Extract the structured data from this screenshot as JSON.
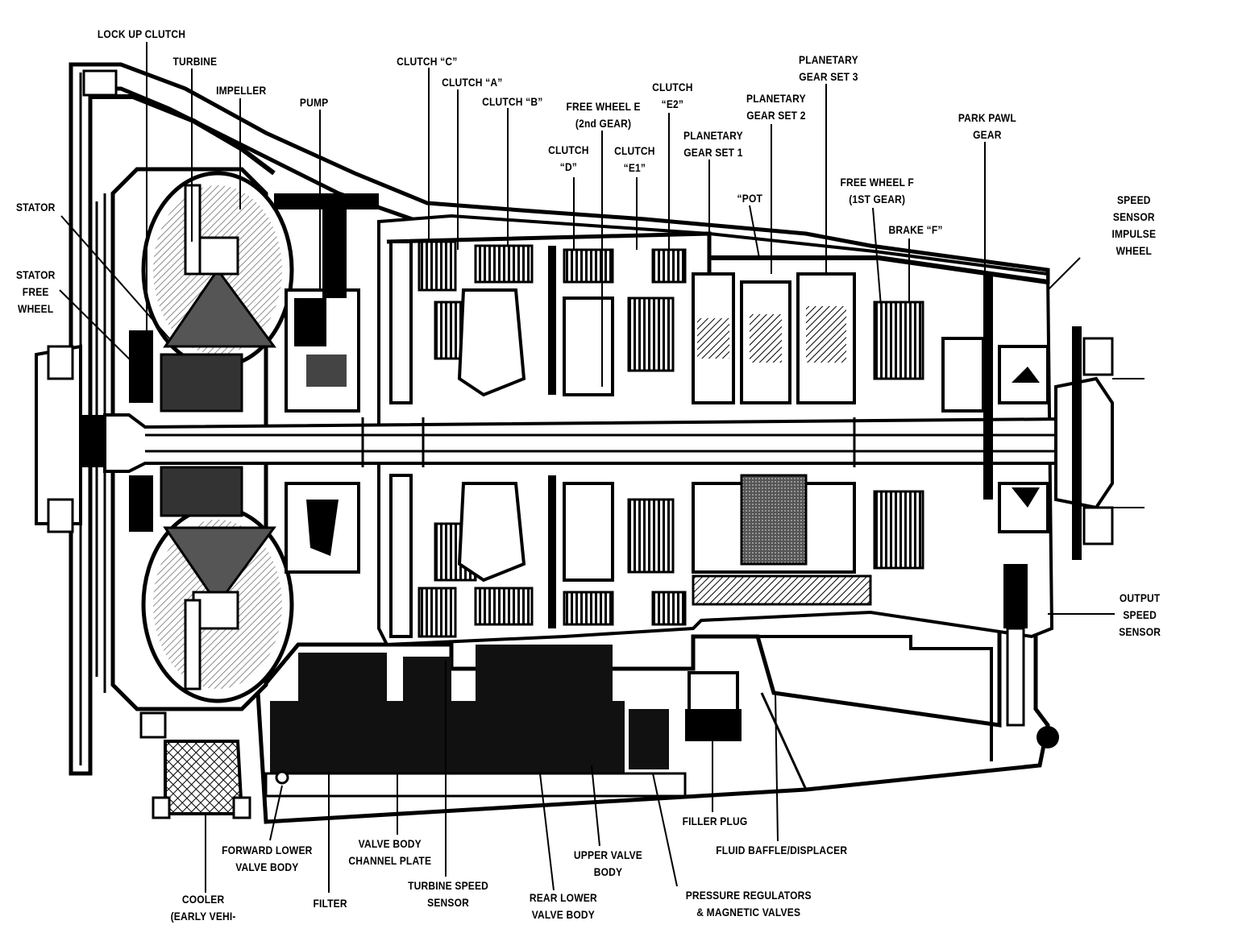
{
  "labels": {
    "lock_up_clutch": "LOCK UP CLUTCH",
    "turbine": "TURBINE",
    "impeller": "IMPELLER",
    "pump": "PUMP",
    "clutch_c": "CLUTCH “C”",
    "clutch_a": "CLUTCH “A”",
    "clutch_b": "CLUTCH “B”",
    "free_wheel_e_1": "FREE WHEEL E",
    "free_wheel_e_2": "(2nd GEAR)",
    "clutch_e2_1": "CLUTCH",
    "clutch_e2_2": "“E2”",
    "clutch_d_1": "CLUTCH",
    "clutch_d_2": "“D”",
    "clutch_e1_1": "CLUTCH",
    "clutch_e1_2": "“E1”",
    "planetary_1_1": "PLANETARY",
    "planetary_1_2": "GEAR SET 1",
    "planetary_2_1": "PLANETARY",
    "planetary_2_2": "GEAR SET 2",
    "planetary_3_1": "PLANETARY",
    "planetary_3_2": "GEAR SET 3",
    "pot": "“POT",
    "free_wheel_f_1": "FREE WHEEL F",
    "free_wheel_f_2": "(1ST GEAR)",
    "brake_f": "BRAKE “F”",
    "park_pawl_1": "PARK PAWL",
    "park_pawl_2": "GEAR",
    "speed_sensor_1": "SPEED",
    "speed_sensor_2": "SENSOR",
    "speed_sensor_3": "IMPULSE",
    "speed_sensor_4": "WHEEL",
    "stator": "STATOR",
    "stator_fw_1": "STATOR",
    "stator_fw_2": "FREE",
    "stator_fw_3": "WHEEL",
    "output_speed_1": "OUTPUT",
    "output_speed_2": "SPEED",
    "output_speed_3": "SENSOR",
    "filler_plug": "FILLER PLUG",
    "fluid_baffle": "FLUID BAFFLE/DISPLACER",
    "pressure_reg_1": "PRESSURE REGULATORS",
    "pressure_reg_2": "& MAGNETIC VALVES",
    "upper_valve_1": "UPPER VALVE",
    "upper_valve_2": "BODY",
    "rear_lower_1": "REAR LOWER",
    "rear_lower_2": "VALVE BODY",
    "turbine_speed_1": "TURBINE SPEED",
    "turbine_speed_2": "SENSOR",
    "valve_body_1": "VALVE BODY",
    "valve_body_2": "CHANNEL PLATE",
    "filter": "FILTER",
    "forward_lower_1": "FORWARD LOWER",
    "forward_lower_2": "VALVE BODY",
    "cooler_1": "COOLER",
    "cooler_2": "(EARLY VEHI-"
  }
}
